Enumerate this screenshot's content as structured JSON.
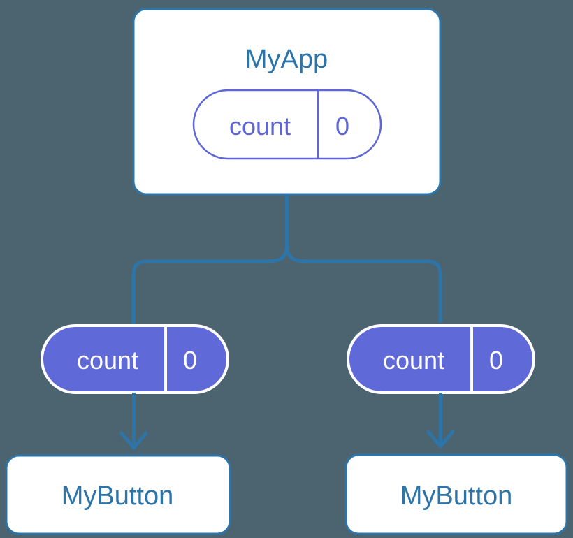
{
  "diagram": {
    "type": "component-state-tree",
    "background_color": "#4c646f",
    "accent_blue": "#2d75a8",
    "accent_purple": "#6069d8",
    "nodes": {
      "root": {
        "label": "MyApp",
        "state": {
          "key": "count",
          "value": "0"
        }
      },
      "left_branch": {
        "state": {
          "key": "count",
          "value": "0"
        },
        "child_label": "MyButton"
      },
      "right_branch": {
        "state": {
          "key": "count",
          "value": "0"
        },
        "child_label": "MyButton"
      }
    }
  }
}
